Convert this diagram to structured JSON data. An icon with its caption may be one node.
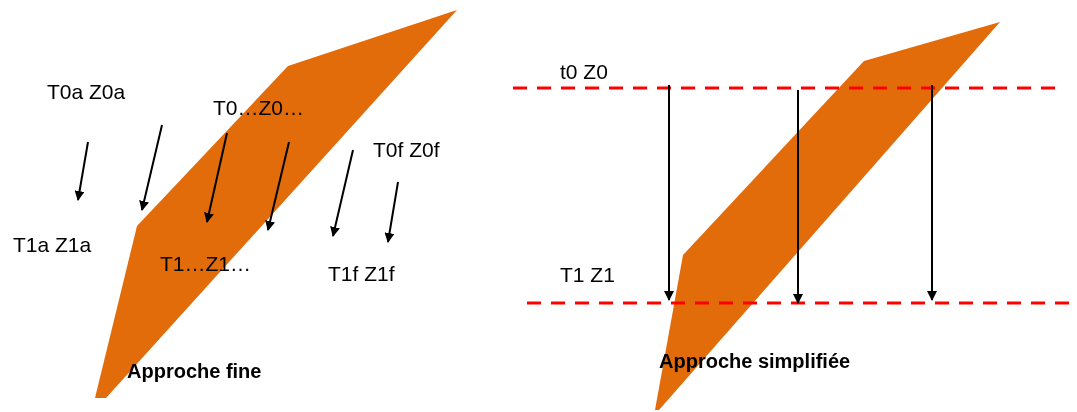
{
  "diagram": {
    "labels": [
      "T0a Z0a",
      "T0…Z0…",
      "T0f Z0f",
      "T1a Z1a",
      "T1…Z1…",
      "T1f Z1f",
      "Approche fine",
      "t0 Z0",
      "T1 Z1",
      "Approche simplifiée"
    ]
  }
}
